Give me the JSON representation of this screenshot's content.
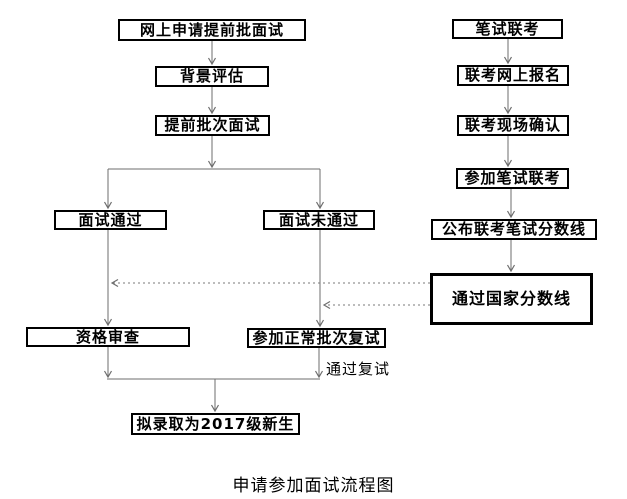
{
  "diagram": {
    "caption": "申请参加面试流程图",
    "edge_label_pass_retest": "通过复试",
    "colors": {
      "box_border": "#000000",
      "arrow_line": "#6e6e6e",
      "background": "#ffffff",
      "text": "#000000"
    },
    "left_flow": {
      "online_apply": "网上申请提前批面试",
      "background_eval": "背景评估",
      "early_interview": "提前批次面试",
      "interview_pass": "面试通过",
      "interview_fail": "面试未通过",
      "qualification_review": "资格审查",
      "normal_retest": "参加正常批次复试",
      "admission_2017": "拟录取为2017级新生"
    },
    "right_flow": {
      "written_exam": "笔试联考",
      "exam_online_register": "联考网上报名",
      "exam_onsite_confirm": "联考现场确认",
      "take_written_exam": "参加笔试联考",
      "publish_score_line": "公布联考笔试分数线",
      "pass_national_line": "通过国家分数线"
    }
  }
}
